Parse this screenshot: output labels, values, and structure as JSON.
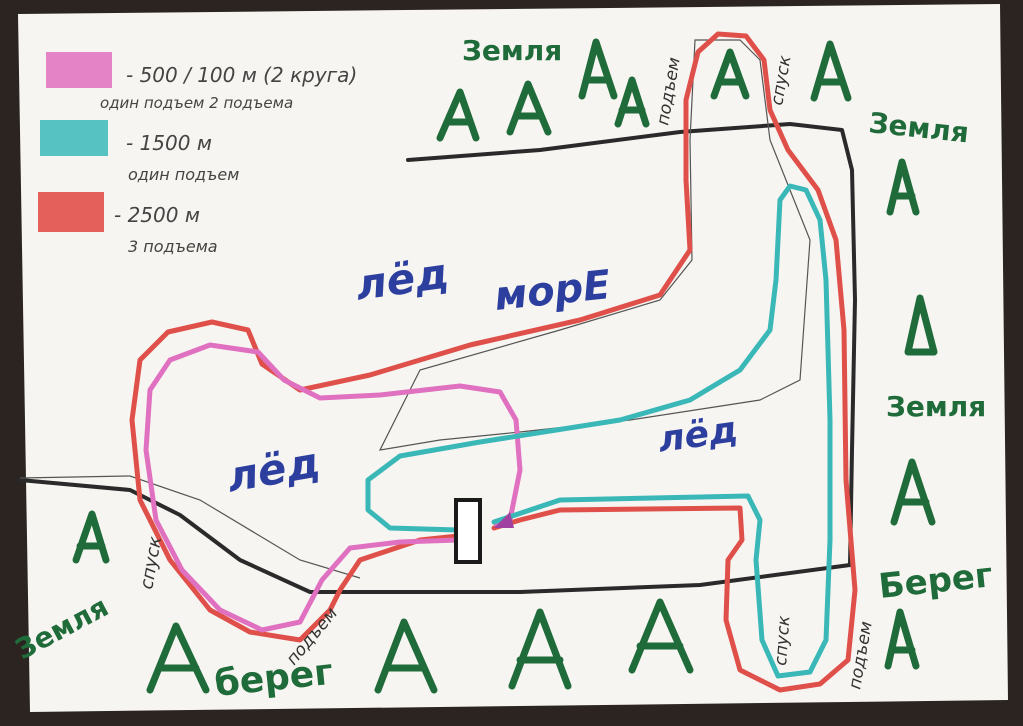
{
  "legend": {
    "items": [
      {
        "line1": "- 500 / 100 м (2 круга)",
        "line2": "один подъем 2 подъема",
        "color": "#e070c0"
      },
      {
        "line1": "- 1500 м",
        "line2": "один подъем",
        "color": "#3ab8b8"
      },
      {
        "line1": "- 2500 м",
        "line2": "3 подъема",
        "color": "#e0504a"
      }
    ]
  },
  "areas": {
    "sea": "морЕ",
    "ice_top": "лёд",
    "ice_left": "лёд",
    "ice_right": "лёд"
  },
  "shore_labels": {
    "zemlya_top": "Земля",
    "zemlya_right_top": "Земля",
    "zemlya_right_mid": "Земля",
    "zemlya_left": "Земля",
    "bereg_bottom": "берег",
    "bereg_right": "Берег"
  },
  "route_labels": {
    "podem_top": "подъем",
    "spusk_top": "спуск",
    "spusk_left": "спуск",
    "podem_bottom": "подъем",
    "spusk_bottom": "спуск",
    "podem_bottom_right": "подъем"
  },
  "colors": {
    "paper": "#f7f5f1",
    "pink": "#e070c0",
    "teal": "#3ab8b8",
    "red": "#e0504a",
    "dark_line": "#2a2a2a",
    "blue_text": "#2d3f9e",
    "green_text": "#1f6b3a"
  }
}
